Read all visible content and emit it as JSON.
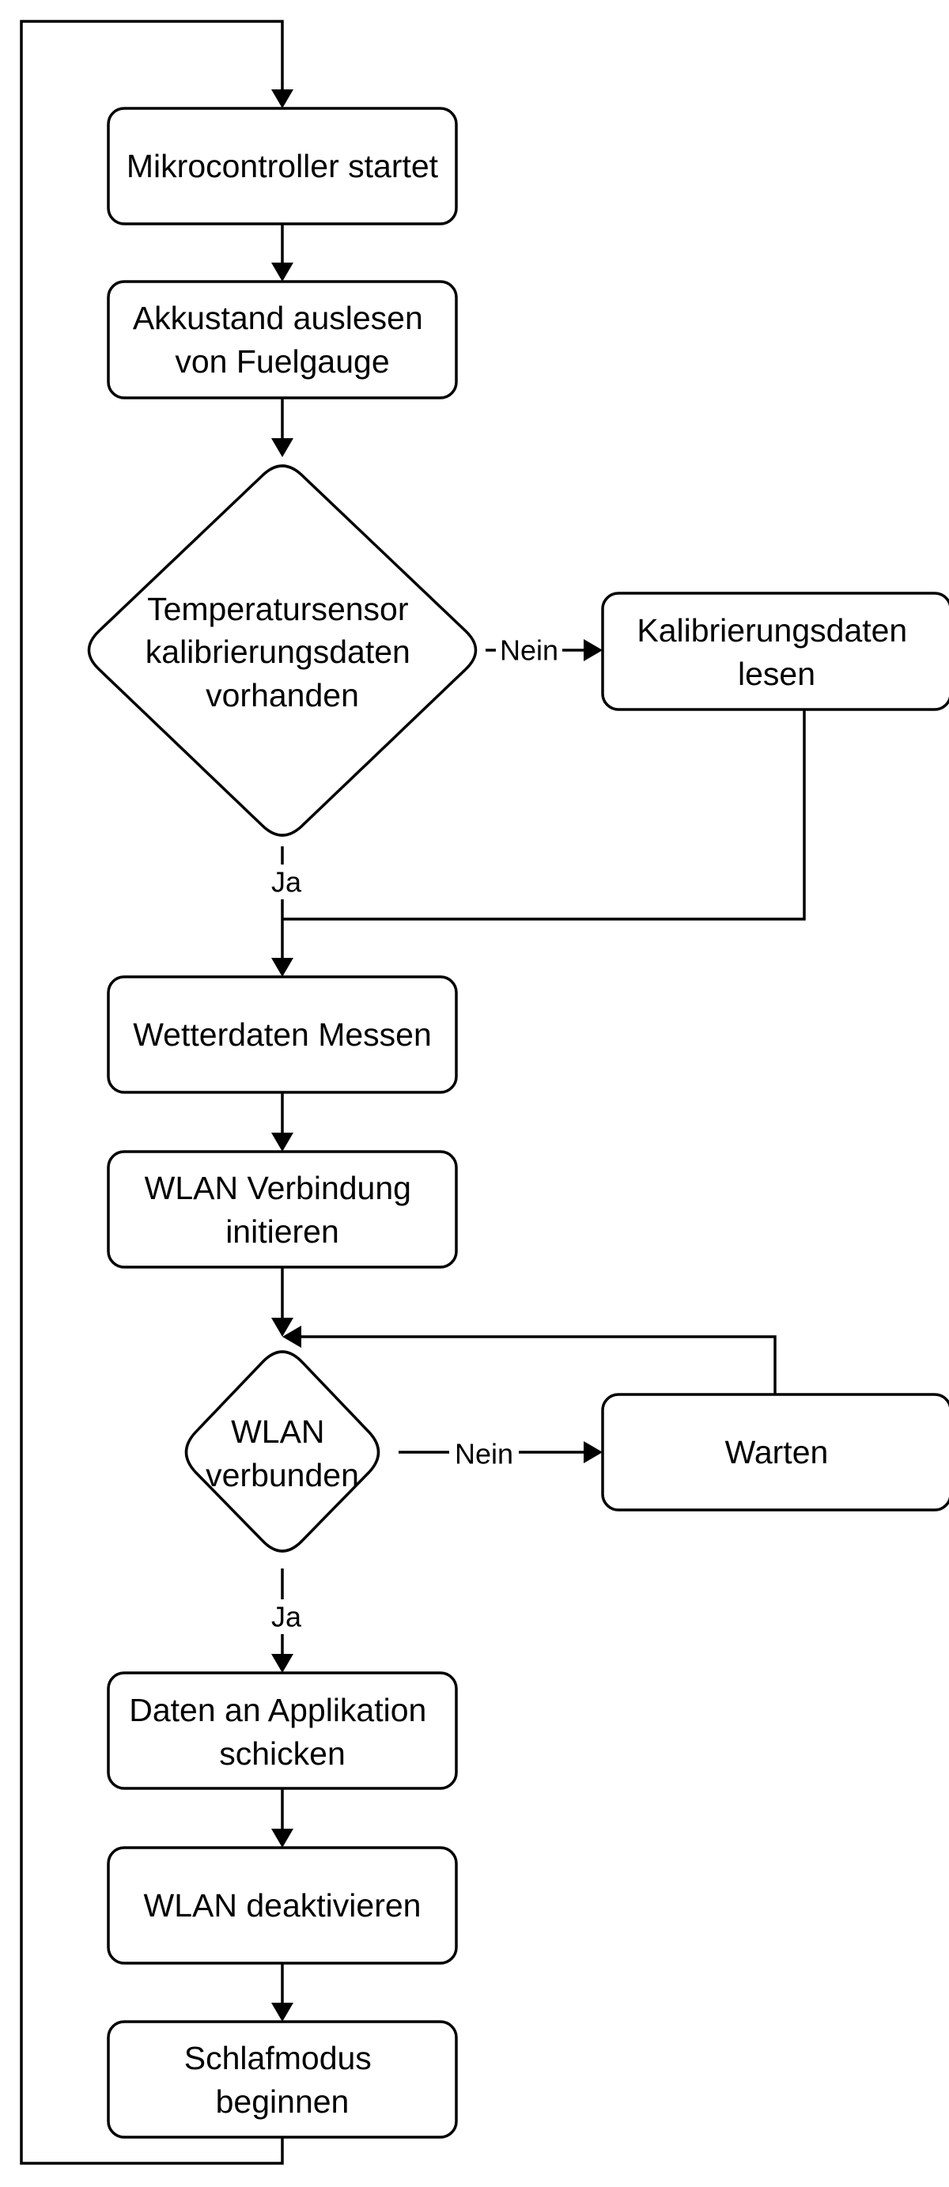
{
  "nodes": {
    "start": [
      "Mikrocontroller startet"
    ],
    "battery": [
      "Akkustand auslesen",
      "von Fuelgauge"
    ],
    "calib_check": [
      "Temperatursensor",
      "kalibrierungsdaten",
      "vorhanden"
    ],
    "calib_read": [
      "Kalibrierungsdaten",
      "lesen"
    ],
    "measure": [
      "Wetterdaten Messen"
    ],
    "wifi_init": [
      "WLAN Verbindung",
      "initieren"
    ],
    "wifi_check": [
      "WLAN",
      "verbunden"
    ],
    "wait": [
      "Warten"
    ],
    "send": [
      "Daten an Applikation",
      "schicken"
    ],
    "wifi_off": [
      "WLAN deaktivieren"
    ],
    "sleep": [
      "Schlafmodus",
      "beginnen"
    ]
  },
  "edge_labels": {
    "calib_no": "Nein",
    "calib_yes": "Ja",
    "wifi_no": "Nein",
    "wifi_yes": "Ja"
  },
  "colors": {
    "stroke": "#000000",
    "fill": "#ffffff"
  }
}
